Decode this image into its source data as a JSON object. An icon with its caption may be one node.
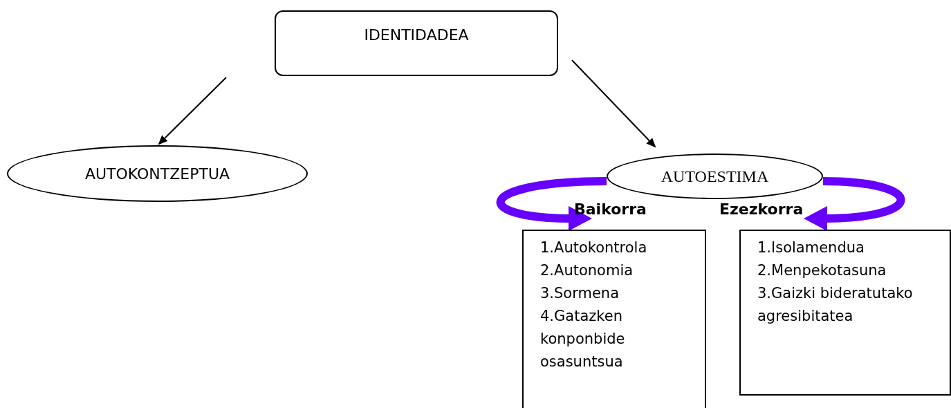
{
  "diagram": {
    "nodes": [
      {
        "text": [
          "IDENTIDADEA"
        ]
      },
      {
        "text": [
          "AUTOKONTZEPTUA"
        ]
      },
      {
        "text": [
          "AUTOESTIMA"
        ]
      },
      {
        "text": [
          "Baikorra"
        ]
      },
      {
        "text": [
          "Ezezkorra"
        ]
      },
      {
        "text": [
          "1.Autokontrola",
          "2.Autonomia",
          "3.Sormena",
          "4.Gatazken konponbide osasuntsua"
        ]
      },
      {
        "text": [
          "1.Isolamendua",
          "2.Menpekotasuna",
          "3.Gaizki bideratutako agresibitatea"
        ]
      }
    ],
    "edges": [
      {
        "from": 0,
        "to": 1,
        "arrow": "to"
      },
      {
        "from": 0,
        "to": 2,
        "arrow": "to"
      },
      {
        "from": 2,
        "to": 3,
        "arrow": "to",
        "style": "thick",
        "color": "#6600ff"
      },
      {
        "from": 2,
        "to": 4,
        "arrow": "to",
        "style": "thick",
        "color": "#6600ff"
      }
    ]
  }
}
